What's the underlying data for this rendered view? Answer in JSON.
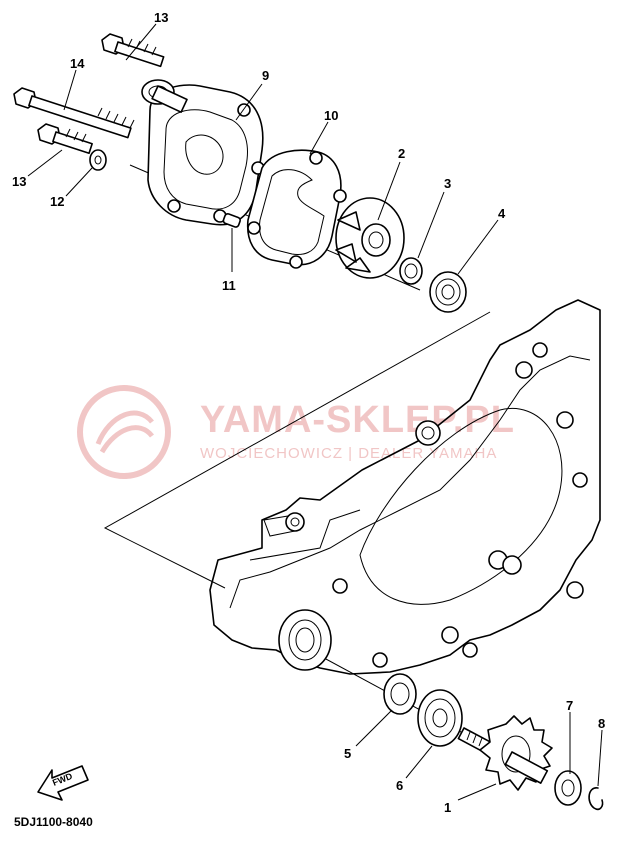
{
  "diagram_code": "5DJ1100-8040",
  "watermark": {
    "brand": "YAMA-SKLEP.PL",
    "subtitle": "WOJCIECHOWICZ | DEALER YAMAHA"
  },
  "fwd_label": "FWD",
  "callouts": {
    "c1": "1",
    "c2": "2",
    "c3": "3",
    "c4": "4",
    "c5": "5",
    "c6": "6",
    "c7": "7",
    "c8": "8",
    "c9": "9",
    "c10": "10",
    "c11": "11",
    "c12": "12",
    "c13a": "13",
    "c13b": "13",
    "c14": "14"
  },
  "colors": {
    "lines": "#000000",
    "watermark": "#f1c6c6",
    "background": "#ffffff"
  }
}
